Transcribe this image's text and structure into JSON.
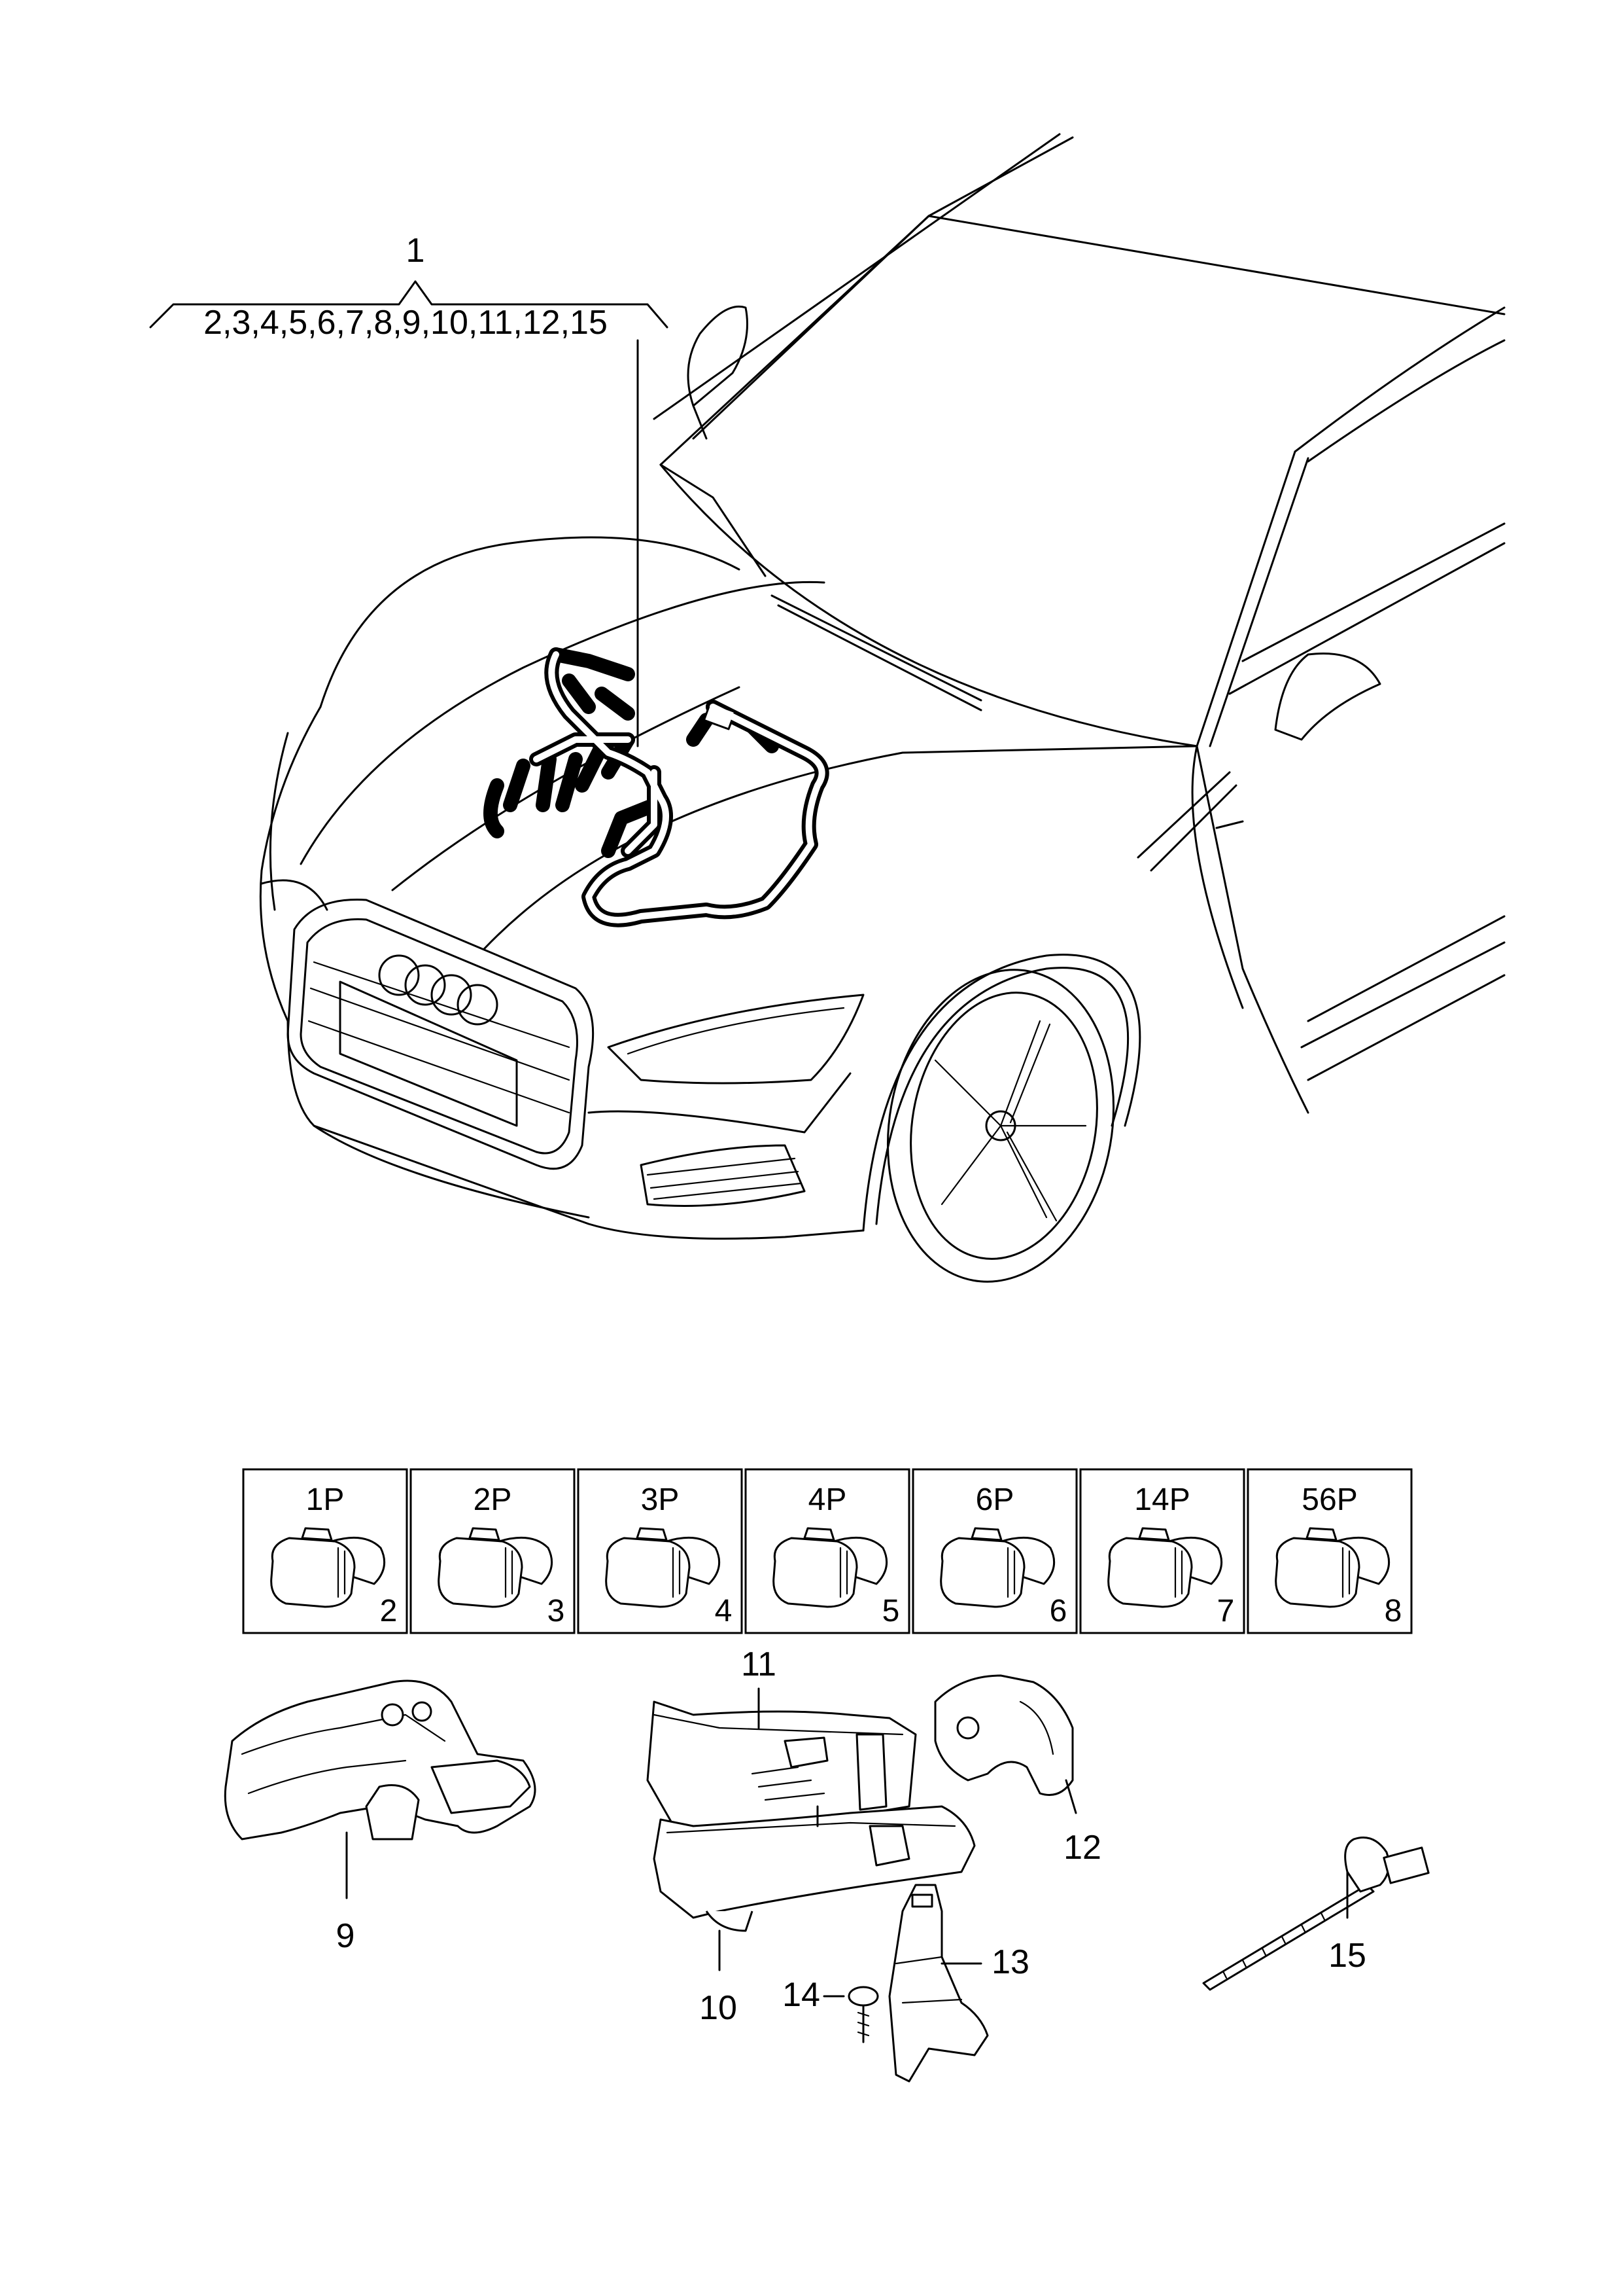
{
  "callouts": {
    "harness_number": "1",
    "harness_components": "2,3,4,5,6,7,8,9,10,11,12,15",
    "part_9": "9",
    "part_10": "10",
    "part_11": "11",
    "part_12": "12",
    "part_13": "13",
    "part_14": "14",
    "part_15": "15"
  },
  "connectors": [
    {
      "pins": "1P",
      "number": "2"
    },
    {
      "pins": "2P",
      "number": "3"
    },
    {
      "pins": "3P",
      "number": "4"
    },
    {
      "pins": "4P",
      "number": "5"
    },
    {
      "pins": "6P",
      "number": "6"
    },
    {
      "pins": "14P",
      "number": "7"
    },
    {
      "pins": "56P",
      "number": "8"
    }
  ]
}
